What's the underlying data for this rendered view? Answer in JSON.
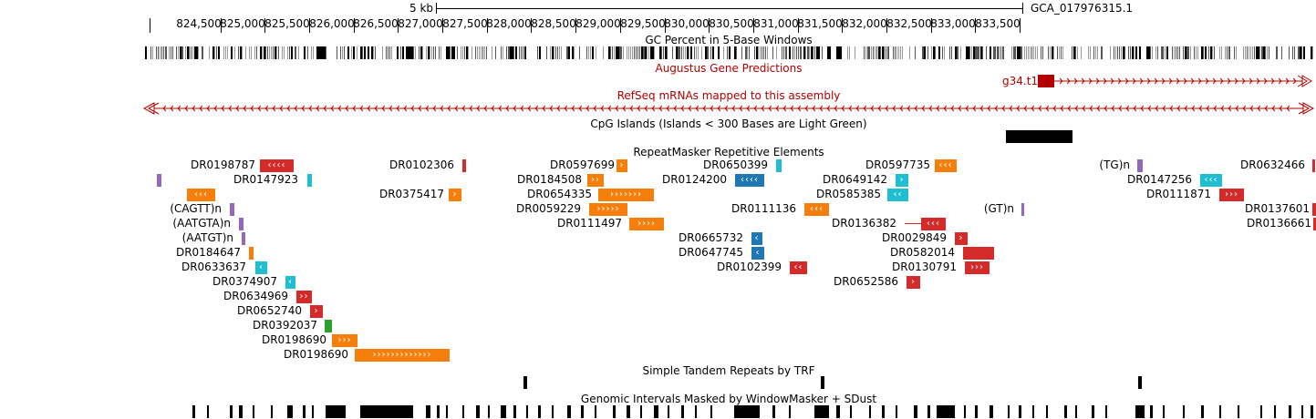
{
  "ruler": {
    "scale_label": "5 kb",
    "assembly": "GCA_017976315.1",
    "positions": [
      "824,500",
      "825,000",
      "825,500",
      "826,000",
      "826,500",
      "827,000",
      "827,500",
      "828,000",
      "828,500",
      "829,000",
      "829,500",
      "830,000",
      "830,500",
      "831,000",
      "831,500",
      "832,000",
      "832,500",
      "833,000",
      "833,500"
    ]
  },
  "tracks": {
    "gc_title": "GC Percent in 5-Base Windows",
    "augustus_title": "Augustus Gene Predictions",
    "augustus_gene": "g34.t1",
    "refseq_title": "RefSeq mRNAs mapped to this assembly",
    "cpg_title": "CpG Islands (Islands < 300 Bases are Light Green)",
    "repeat_title": "RepeatMasker Repetitive Elements",
    "trf_title": "Simple Tandem Repeats by TRF",
    "wm_title": "Genomic Intervals Masked by WindowMasker + SDust"
  },
  "colors": {
    "red": "#d42a2a",
    "orange": "#f57f0a",
    "blue": "#1f78b4",
    "cyan": "#1fbed0",
    "purple": "#9467bd",
    "green": "#2ca02c",
    "gene_red": "#b00000"
  },
  "repeats": [
    {
      "name": "DR0198787",
      "color": "red",
      "dir": "<"
    },
    {
      "name": "DR0102306",
      "color": "red",
      "dir": ""
    },
    {
      "name": "DR0597699",
      "color": "orange",
      "dir": ">"
    },
    {
      "name": "DR0650399",
      "color": "cyan",
      "dir": ""
    },
    {
      "name": "DR0597735",
      "color": "orange",
      "dir": "<"
    },
    {
      "name": "(TG)n",
      "color": "purple",
      "dir": ""
    },
    {
      "name": "DR0632466",
      "color": "red",
      "dir": ""
    },
    {
      "name": "",
      "color": "purple",
      "dir": ""
    },
    {
      "name": "DR0147923",
      "color": "cyan",
      "dir": ""
    },
    {
      "name": "DR0184508",
      "color": "orange",
      "dir": ">"
    },
    {
      "name": "DR0124200",
      "color": "blue",
      "dir": "<"
    },
    {
      "name": "DR0649142",
      "color": "cyan",
      "dir": ">"
    },
    {
      "name": "DR0147256",
      "color": "cyan",
      "dir": "<"
    },
    {
      "name": "",
      "color": "orange",
      "dir": "<"
    },
    {
      "name": "DR0375417",
      "color": "orange",
      "dir": ">"
    },
    {
      "name": "DR0654335",
      "color": "orange",
      "dir": ">"
    },
    {
      "name": "DR0585385",
      "color": "cyan",
      "dir": "<"
    },
    {
      "name": "DR0111871",
      "color": "red",
      "dir": ">"
    },
    {
      "name": "(CAGTT)n",
      "color": "purple",
      "dir": ""
    },
    {
      "name": "DR0059229",
      "color": "orange",
      "dir": ">"
    },
    {
      "name": "DR0111136",
      "color": "orange",
      "dir": "<"
    },
    {
      "name": "(GT)n",
      "color": "purple",
      "dir": ""
    },
    {
      "name": "DR0137601",
      "color": "red",
      "dir": ""
    },
    {
      "name": "(AATGTA)n",
      "color": "purple",
      "dir": ">"
    },
    {
      "name": "DR0111497",
      "color": "orange",
      "dir": ">"
    },
    {
      "name": "DR0136382",
      "color": "red",
      "dir": "<"
    },
    {
      "name": "DR0136661",
      "color": "red",
      "dir": ""
    },
    {
      "name": "(AATGT)n",
      "color": "purple",
      "dir": ""
    },
    {
      "name": "DR0665732",
      "color": "blue",
      "dir": "<"
    },
    {
      "name": "DR0029849",
      "color": "red",
      "dir": ">"
    },
    {
      "name": "DR0184647",
      "color": "orange",
      "dir": ""
    },
    {
      "name": "DR0647745",
      "color": "blue",
      "dir": "<"
    },
    {
      "name": "DR0582014",
      "color": "red",
      "dir": ""
    },
    {
      "name": "DR0633637",
      "color": "cyan",
      "dir": "<"
    },
    {
      "name": "DR0102399",
      "color": "red",
      "dir": "<"
    },
    {
      "name": "DR0130791",
      "color": "red",
      "dir": ">"
    },
    {
      "name": "DR0374907",
      "color": "cyan",
      "dir": "<"
    },
    {
      "name": "DR0652586",
      "color": "red",
      "dir": ">"
    },
    {
      "name": "DR0634969",
      "color": "red",
      "dir": ">"
    },
    {
      "name": "DR0652740",
      "color": "red",
      "dir": ">"
    },
    {
      "name": "DR0392037",
      "color": "green",
      "dir": ">"
    },
    {
      "name": "DR0198690",
      "color": "orange",
      "dir": ">"
    },
    {
      "name": "DR0198690",
      "color": "orange",
      "dir": ">"
    }
  ]
}
